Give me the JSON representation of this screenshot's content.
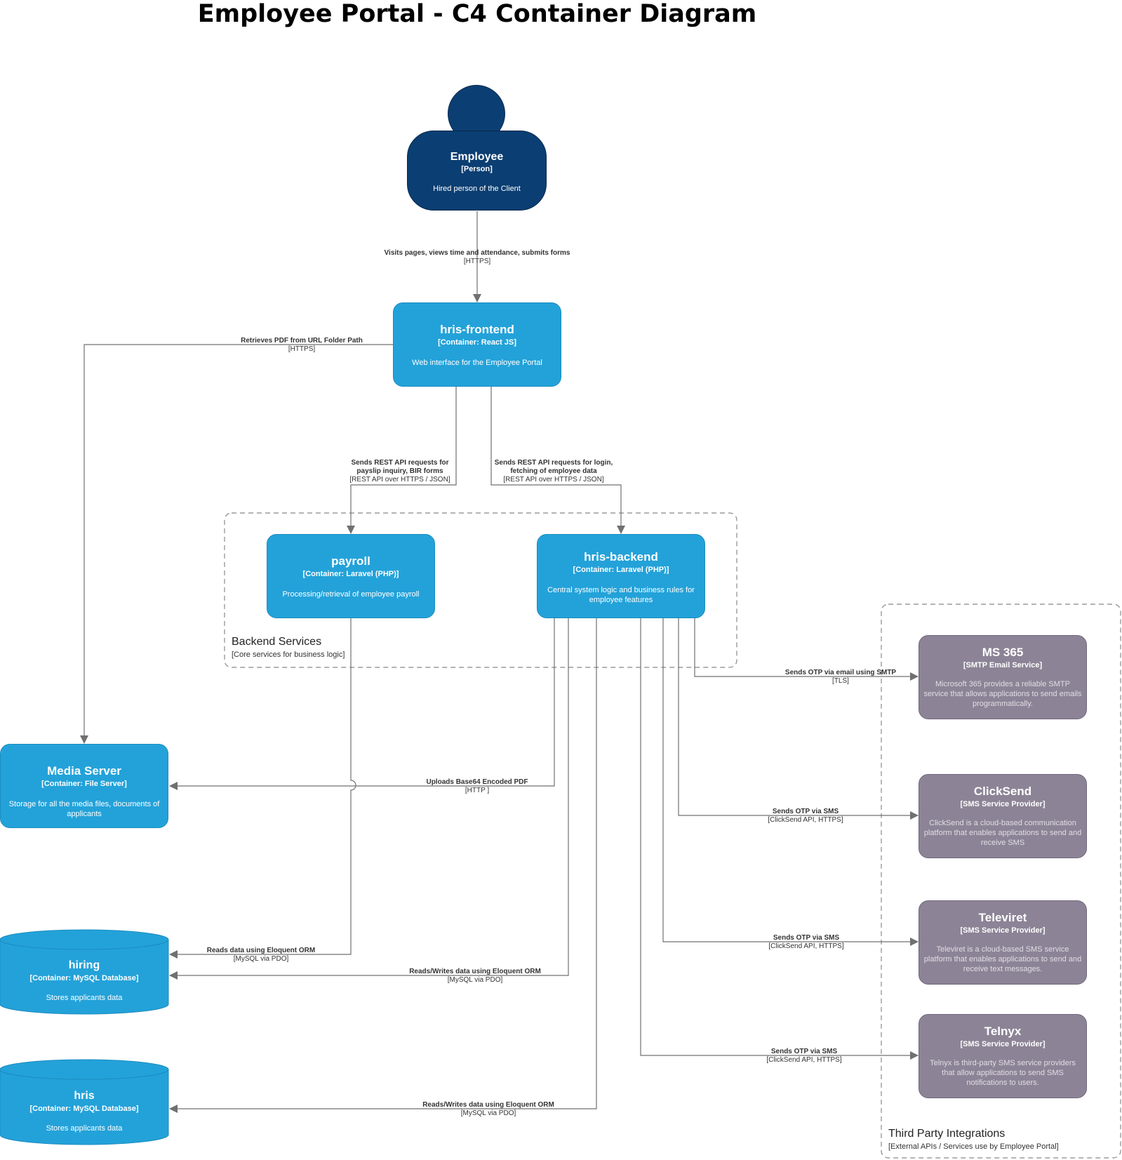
{
  "title": "Employee Portal - C4 Container Diagram",
  "colors": {
    "person": "#0b3e72",
    "container": "#23a2d9",
    "external": "#8c8496",
    "arrow": "#707070"
  },
  "person": {
    "name": "Employee",
    "type": "[Person]",
    "desc": "Hired person of the Client"
  },
  "frontend": {
    "name": "hris-frontend",
    "type": "[Container: React JS]",
    "desc": "Web interface for the Employee Portal"
  },
  "payroll": {
    "name": "payroll",
    "type": "[Container: Laravel (PHP)]",
    "desc": "Processing/retrieval of employee payroll"
  },
  "backend": {
    "name": "hris-backend",
    "type": "[Container: Laravel (PHP)]",
    "desc": "Central system logic and business rules for employee features"
  },
  "media": {
    "name": "Media Server",
    "type": "[Container: File Server]",
    "desc": "Storage for all the media files, documents of applicants"
  },
  "hiring": {
    "name": "hiring",
    "type": "[Container: MySQL Database]",
    "desc": "Stores applicants data"
  },
  "hris": {
    "name": "hris",
    "type": "[Container: MySQL Database]",
    "desc": "Stores applicants data"
  },
  "ms365": {
    "name": "MS 365",
    "type": "[SMTP Email Service]",
    "desc": "Microsoft 365 provides a reliable SMTP service that allows applications to send emails programmatically."
  },
  "clicksend": {
    "name": "ClickSend",
    "type": "[SMS Service Provider]",
    "desc": "ClickSend is a cloud-based communication platform that enables applications to send and receive SMS"
  },
  "televiret": {
    "name": "Televiret",
    "type": "[SMS Service Provider]",
    "desc": "Televiret is a cloud-based SMS service platform that enables applications to send and receive text messages."
  },
  "telnyx": {
    "name": "Telnyx",
    "type": "[SMS Service Provider]",
    "desc": "Telnyx is third-party SMS service providers that allow applications to send SMS notifications to users."
  },
  "boundaries": {
    "backend": {
      "title": "Backend Services",
      "sub": "[Core services for business logic]"
    },
    "third": {
      "title": "Third Party Integrations",
      "sub": "[External APIs / Services use by Employee Portal]"
    }
  },
  "relations": {
    "visits": {
      "text": "Visits pages, views time and attendance, submits forms",
      "tech": "[HTTPS]"
    },
    "pdf": {
      "text": "Retrieves PDF from URL Folder Path",
      "tech": "[HTTPS]"
    },
    "payslip": {
      "text1": "Sends REST API requests for",
      "text2": "payslip inquiry, BIR forms",
      "tech": "[REST API over HTTPS / JSON]"
    },
    "login": {
      "text1": "Sends REST API requests for login,",
      "text2": "fetching of employee data",
      "tech": "[REST API over HTTPS / JSON]"
    },
    "upload": {
      "text": "Uploads Base64 Encoded PDF",
      "tech": "[HTTP ]"
    },
    "readsHiring": {
      "text": "Reads data using Eloquent ORM",
      "tech": "[MySQL via PDO]"
    },
    "rwHiring": {
      "text": "Reads/Writes data using Eloquent ORM",
      "tech": "[MySQL via PDO]"
    },
    "rwHris": {
      "text": "Reads/Writes data using Eloquent ORM",
      "tech": "[MySQL via PDO]"
    },
    "email": {
      "text": "Sends OTP via email using SMTP",
      "tech": "[TLS]"
    },
    "smsClick": {
      "text": "Sends OTP via SMS",
      "tech": "[ClickSend API, HTTPS]"
    },
    "smsTele": {
      "text": "Sends OTP via SMS",
      "tech": "[ClickSend API, HTTPS]"
    },
    "smsTelnyx": {
      "text": "Sends OTP via SMS",
      "tech": "[ClickSend API, HTTPS]"
    }
  }
}
